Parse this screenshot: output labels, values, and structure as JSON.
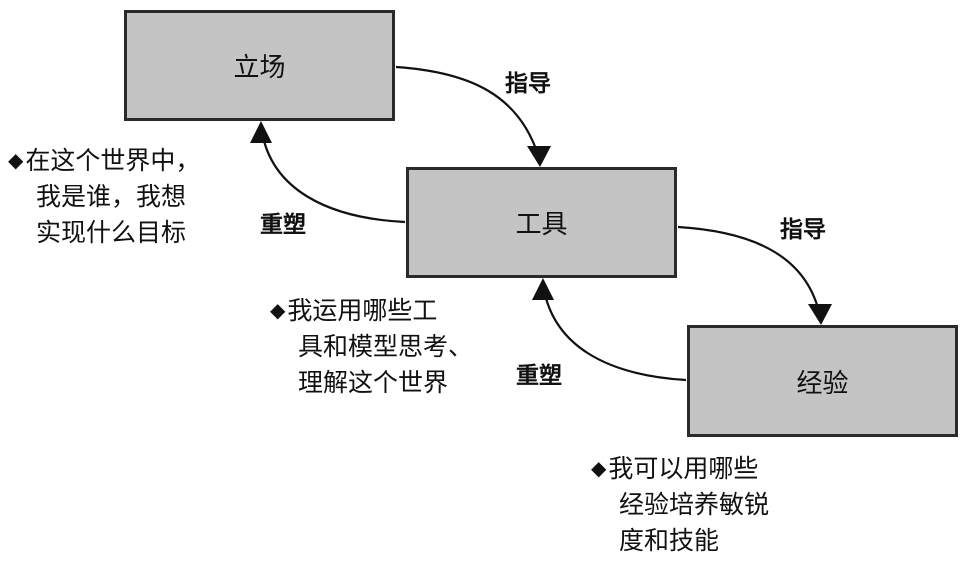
{
  "boxes": {
    "stance": "立场",
    "tools": "工具",
    "experience": "经验"
  },
  "labels": {
    "guide_1": "指导",
    "guide_2": "指导",
    "reshape_1": "重塑",
    "reshape_2": "重塑"
  },
  "notes": {
    "bullet": "◆",
    "stance": [
      "在这个世界中，",
      "我是谁，我想",
      "实现什么目标"
    ],
    "tools": [
      "我运用哪些工",
      "具和模型思考、",
      "理解这个世界"
    ],
    "experience": [
      "我可以用哪些",
      "经验培养敏锐",
      "度和技能"
    ]
  },
  "colors": {
    "box_fill": "#c4c4c4",
    "box_border": "#2a2a2a",
    "arrow": "#111111"
  }
}
